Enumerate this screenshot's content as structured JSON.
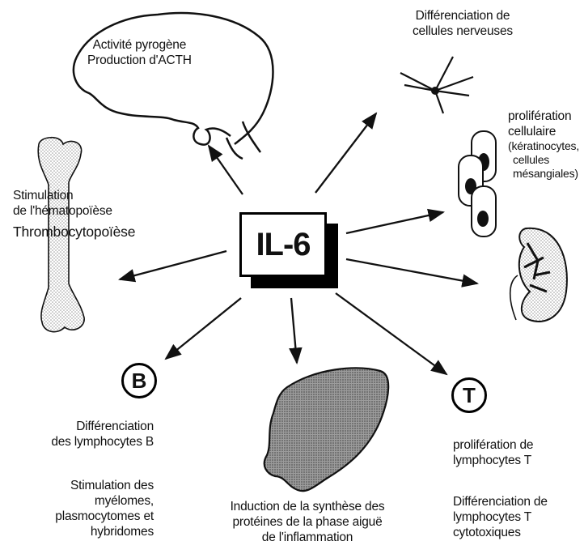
{
  "center": {
    "label": "IL-6"
  },
  "brain": {
    "line1": "Activité pyrogène",
    "line2": "Production d'ACTH"
  },
  "neuron": {
    "line1": "Différenciation de",
    "line2": "cellules nerveuses"
  },
  "keratinocytes": {
    "line1": "prolifération",
    "line2": "cellulaire",
    "line3": "(kératinocytes,",
    "line4": "cellules",
    "line5": "mésangiales)"
  },
  "bone": {
    "line1": "Stimulation",
    "line2": "de l'hématopoïèse",
    "line3": "Thrombocytopoïèse"
  },
  "b_cell": {
    "letter": "B",
    "diff_line1": "Différenciation",
    "diff_line2": "des lymphocytes B",
    "stim_line1": "Stimulation des",
    "stim_line2": "myélomes,",
    "stim_line3": "plasmocytomes et",
    "stim_line4": "hybridomes"
  },
  "liver": {
    "line1": "Induction de la  synthèse des",
    "line2": "protéines de la phase aiguë",
    "line3": "de l'inflammation"
  },
  "t_cell": {
    "letter": "T",
    "prolif_line1": "prolifération de",
    "prolif_line2": "lymphocytes T",
    "diff_line1": "Différenciation de",
    "diff_line2": "lymphocytes T",
    "diff_line3": "cytotoxiques"
  },
  "colors": {
    "ink": "#111111",
    "stipple": "#d9d9d9",
    "liver_fill": "#8a8a8a",
    "paper": "#ffffff"
  }
}
